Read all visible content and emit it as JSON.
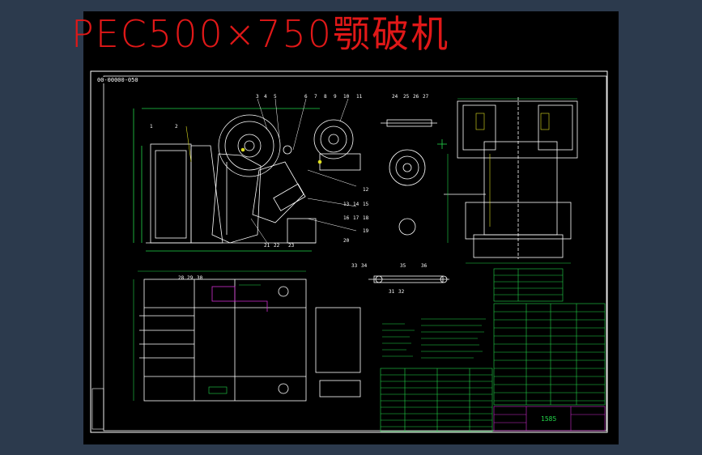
{
  "title": "PEC500×750颚破机",
  "drawing_number": "00-00000-050",
  "title_block": {
    "code": "1585"
  },
  "part_callouts_top": [
    "3",
    "4",
    "5",
    "6",
    "7",
    "8",
    "9",
    "10",
    "11"
  ],
  "part_callouts_right": [
    "12",
    "13",
    "14",
    "15",
    "16",
    "17",
    "18",
    "19",
    "20"
  ],
  "part_callouts_bottom": [
    "21",
    "22",
    "23"
  ],
  "part_callouts_left": [
    "1",
    "2"
  ],
  "shaft_callouts": [
    "24",
    "25",
    "26",
    "27"
  ],
  "lower_shaft_callouts": [
    "33",
    "34",
    "35",
    "36",
    "31",
    "32"
  ],
  "plan_callouts": [
    "28",
    "29",
    "30"
  ],
  "colors": {
    "background_frame": "#2c3a4d",
    "canvas": "#000000",
    "title": "#e01818",
    "linework": "#ffffff",
    "dimension": "#22d64a",
    "highlight": "#d02cd0",
    "accent": "#e0e020"
  }
}
